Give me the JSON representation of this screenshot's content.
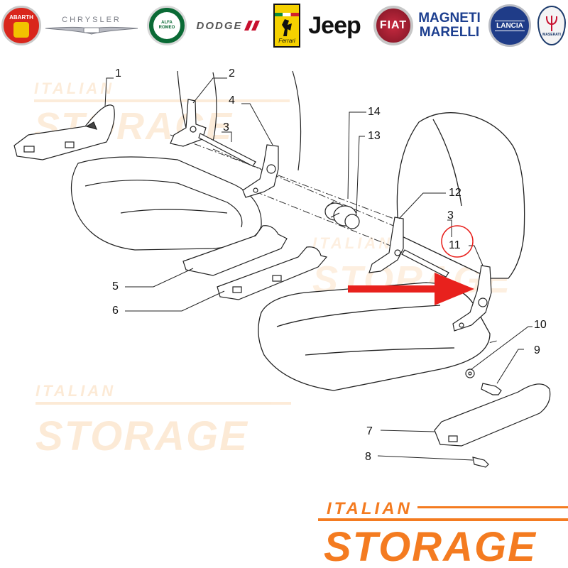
{
  "brands": [
    {
      "id": "abarth",
      "label": "ABARTH",
      "color": "#d9261c"
    },
    {
      "id": "chrysler",
      "label": "CHRYSLER",
      "color": "#7a7d86"
    },
    {
      "id": "alfa-romeo",
      "label": "ALFA ROMEO",
      "color": "#0a6a35"
    },
    {
      "id": "dodge",
      "label": "DODGE",
      "color": "#c8102e"
    },
    {
      "id": "ferrari",
      "label": "Ferrari",
      "color": "#f5d100"
    },
    {
      "id": "jeep",
      "label": "Jeep",
      "color": "#111111"
    },
    {
      "id": "fiat",
      "label": "FIAT",
      "color": "#a31f34"
    },
    {
      "id": "magneti-marelli",
      "label_line1": "MAGNETI",
      "label_line2": "MARELLI",
      "color": "#1d3f8f"
    },
    {
      "id": "lancia",
      "label": "LANCIA",
      "color": "#1f3c88"
    },
    {
      "id": "maserati",
      "label": "MASERATI",
      "color": "#1b3a6b"
    }
  ],
  "watermark": {
    "line1": "ITALIAN",
    "line2": "STORAGE",
    "color": "#f39a3a"
  },
  "callouts": [
    "1",
    "2",
    "3",
    "4",
    "5",
    "6",
    "7",
    "8",
    "9",
    "10",
    "11",
    "12",
    "13",
    "14"
  ],
  "callout_3_repeat": "3",
  "highlight": {
    "callout": "11",
    "circle_color": "#e8211d",
    "arrow_color": "#e8211d"
  },
  "footer_logo": {
    "line1": "ITALIAN",
    "line2": "STORAGE",
    "color": "#f47b20"
  }
}
